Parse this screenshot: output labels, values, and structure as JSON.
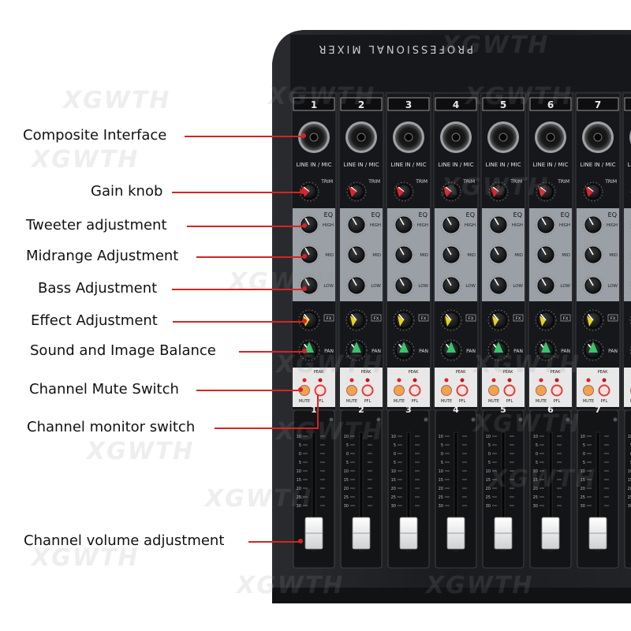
{
  "brand_header": "PROFESSIONAL MIXER",
  "watermark": "XGWTH",
  "channels": [
    "1",
    "2",
    "3",
    "4",
    "5",
    "6",
    "7"
  ],
  "strip_labels": {
    "input": "LINE IN / MIC",
    "trim": "TRIM",
    "eq": "EQ",
    "high": "HIGH",
    "mid": "MID",
    "low": "LOW",
    "fx": "FX",
    "pan": "PAN",
    "peak": "PEAK",
    "mute": "MUTE",
    "pfl": "PFL"
  },
  "fader_scale": [
    "10",
    "5",
    "0",
    "5",
    "10",
    "15",
    "20",
    "25",
    "30"
  ],
  "callouts": [
    {
      "label": "Composite Interface"
    },
    {
      "label": "Gain knob"
    },
    {
      "label": "Tweeter adjustment"
    },
    {
      "label": "Midrange Adjustment"
    },
    {
      "label": "Bass Adjustment"
    },
    {
      "label": "Effect Adjustment"
    },
    {
      "label": "Sound and Image Balance"
    },
    {
      "label": "Channel Mute Switch"
    },
    {
      "label": "Channel monitor switch"
    },
    {
      "label": "Channel volume adjustment"
    }
  ],
  "colors": {
    "callout_line": "#d62424",
    "panel": "#1c1d20",
    "eq_section": "#9aa0a6",
    "fx_knob": "#e8d21a",
    "pan_knob": "#39c46a",
    "gain_knob": "#d8262f",
    "mute_button": "#f0a34a",
    "pfl_button": "#e23b3b"
  }
}
